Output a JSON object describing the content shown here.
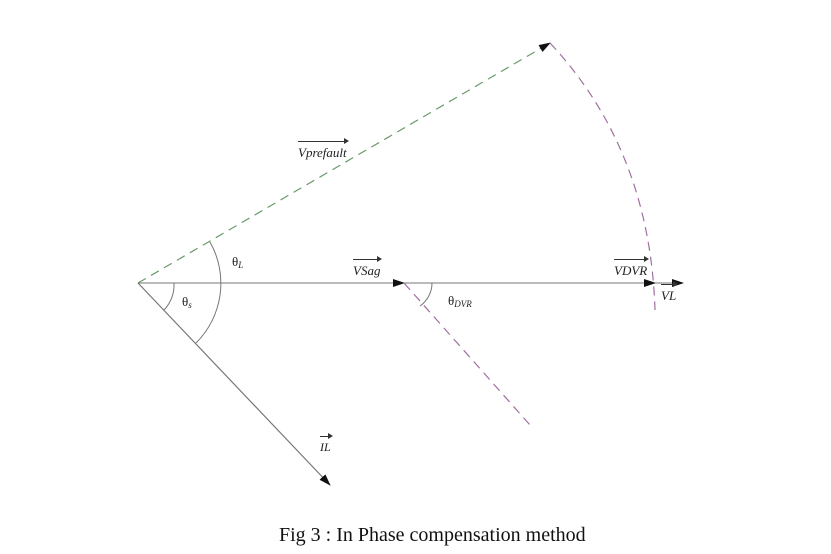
{
  "labels": {
    "v_prefault": "Vprefault",
    "v_sag": "VSag",
    "v_dvr": "VDVR",
    "v_l": "VL",
    "i_l": "IL",
    "theta_symbol": "θ",
    "theta_l_sub": "L",
    "theta_s_sub": "s",
    "theta_dvr_sub": "DVR"
  },
  "caption": "Fig 3 : In Phase compensation method",
  "colors": {
    "dashed_green": "#6a9a6a",
    "dashed_purple": "#a070a0",
    "line": "#777777"
  }
}
